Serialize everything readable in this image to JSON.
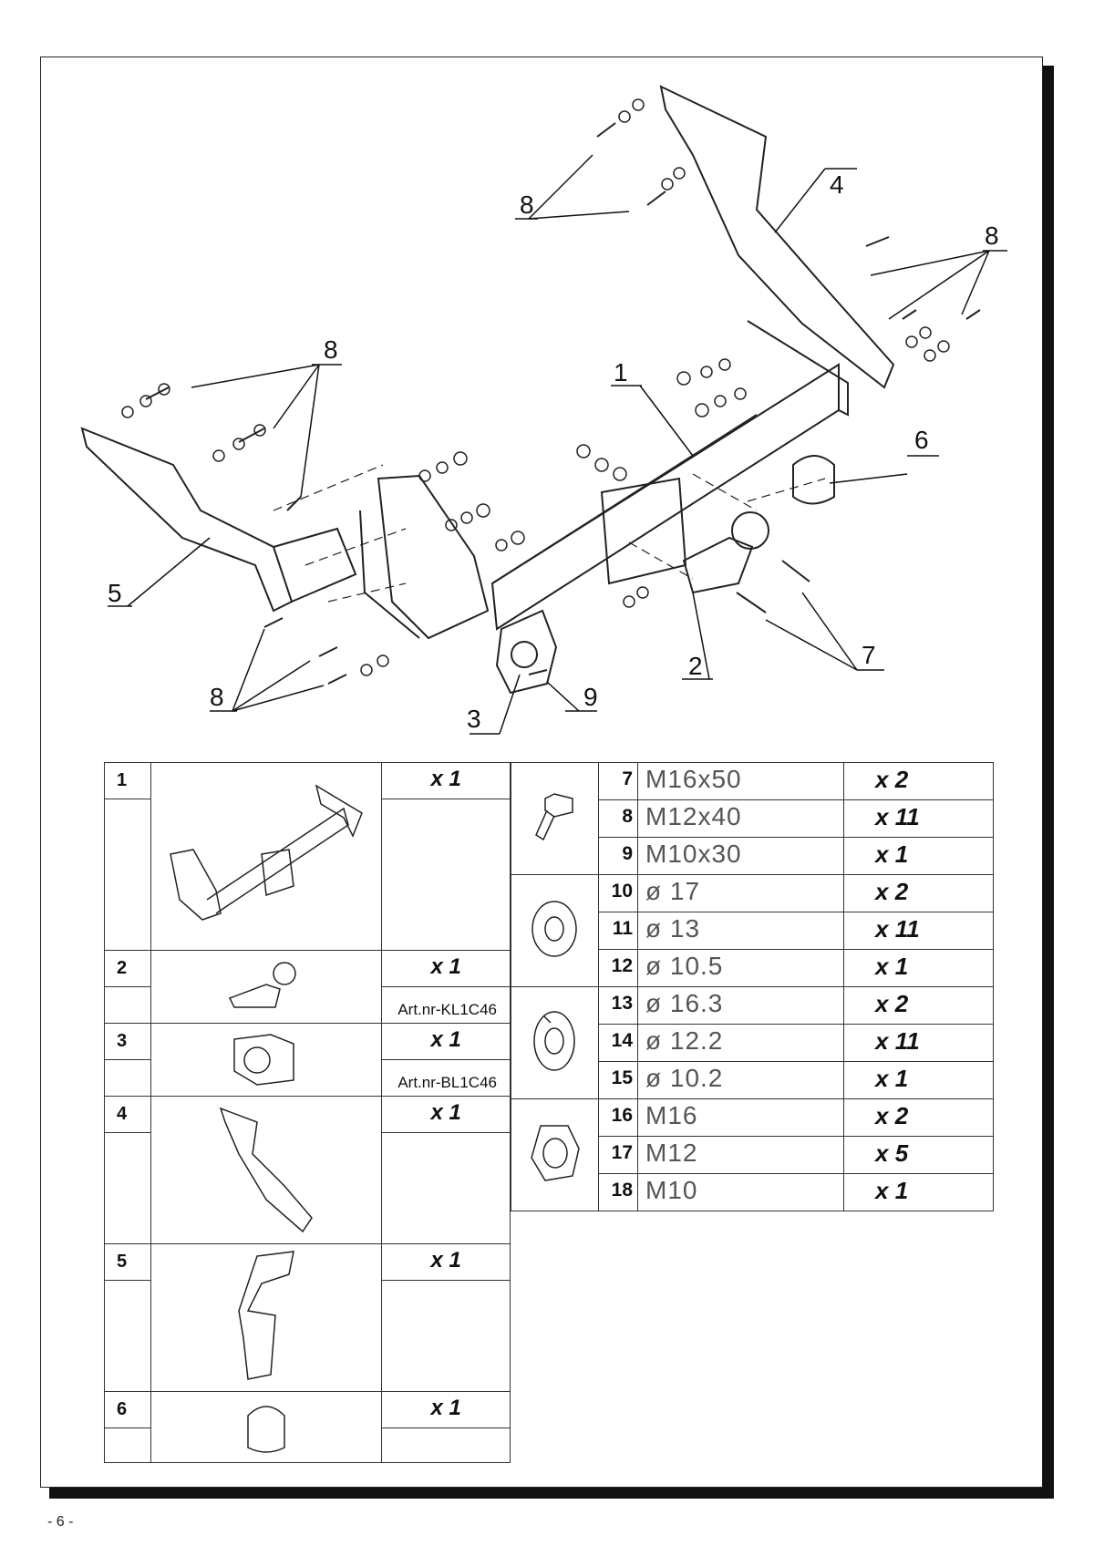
{
  "diagram": {
    "callouts": [
      "1",
      "2",
      "3",
      "4",
      "5",
      "6",
      "7",
      "8",
      "9"
    ]
  },
  "parts": [
    {
      "no": "1",
      "qty": "x 1",
      "art": ""
    },
    {
      "no": "2",
      "qty": "x 1",
      "art": "Art.nr-KL1C46"
    },
    {
      "no": "3",
      "qty": "x 1",
      "art": "Art.nr-BL1C46"
    },
    {
      "no": "4",
      "qty": "x 1",
      "art": ""
    },
    {
      "no": "5",
      "qty": "x 1",
      "art": ""
    },
    {
      "no": "6",
      "qty": "x 1",
      "art": ""
    }
  ],
  "hardware": [
    {
      "no": "7",
      "spec": "M16x50",
      "qty": "x 2"
    },
    {
      "no": "8",
      "spec": "M12x40",
      "qty": "x 11"
    },
    {
      "no": "9",
      "spec": "M10x30",
      "qty": "x 1"
    },
    {
      "no": "10",
      "spec": "ø 17",
      "qty": "x 2"
    },
    {
      "no": "11",
      "spec": "ø 13",
      "qty": "x 11"
    },
    {
      "no": "12",
      "spec": "ø 10.5",
      "qty": "x 1"
    },
    {
      "no": "13",
      "spec": "ø 16.3",
      "qty": "x 2"
    },
    {
      "no": "14",
      "spec": "ø 12.2",
      "qty": "x 11"
    },
    {
      "no": "15",
      "spec": "ø 10.2",
      "qty": "x 1"
    },
    {
      "no": "16",
      "spec": "M16",
      "qty": "x 2"
    },
    {
      "no": "17",
      "spec": "M12",
      "qty": "x 5"
    },
    {
      "no": "18",
      "spec": "M10",
      "qty": "x 1"
    }
  ],
  "hardware_icons": [
    "bolt-icon",
    "washer-icon",
    "spring-washer-icon",
    "nut-icon"
  ],
  "page_number": "- 6 -"
}
